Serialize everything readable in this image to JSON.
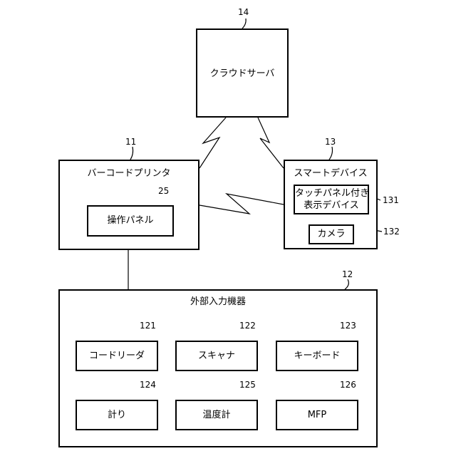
{
  "nodes": {
    "cloud_server": {
      "label": "クラウドサーバ",
      "ref": "14"
    },
    "barcode_printer": {
      "label": "バーコードプリンタ",
      "ref": "11"
    },
    "operation_panel": {
      "label": "操作パネル",
      "ref": "25"
    },
    "smart_device": {
      "label": "スマートデバイス",
      "ref": "13"
    },
    "touch_panel_display": {
      "label_line1": "タッチパネル付き",
      "label_line2": "表示デバイス",
      "ref": "131"
    },
    "camera": {
      "label": "カメラ",
      "ref": "132"
    },
    "external_input": {
      "label": "外部入力機器",
      "ref": "12"
    },
    "code_reader": {
      "label": "コードリーダ",
      "ref": "121"
    },
    "scanner": {
      "label": "スキャナ",
      "ref": "122"
    },
    "keyboard": {
      "label": "キーボード",
      "ref": "123"
    },
    "scale": {
      "label": "計り",
      "ref": "124"
    },
    "thermometer": {
      "label": "温度計",
      "ref": "125"
    },
    "mfp": {
      "label": "MFP",
      "ref": "126"
    }
  }
}
